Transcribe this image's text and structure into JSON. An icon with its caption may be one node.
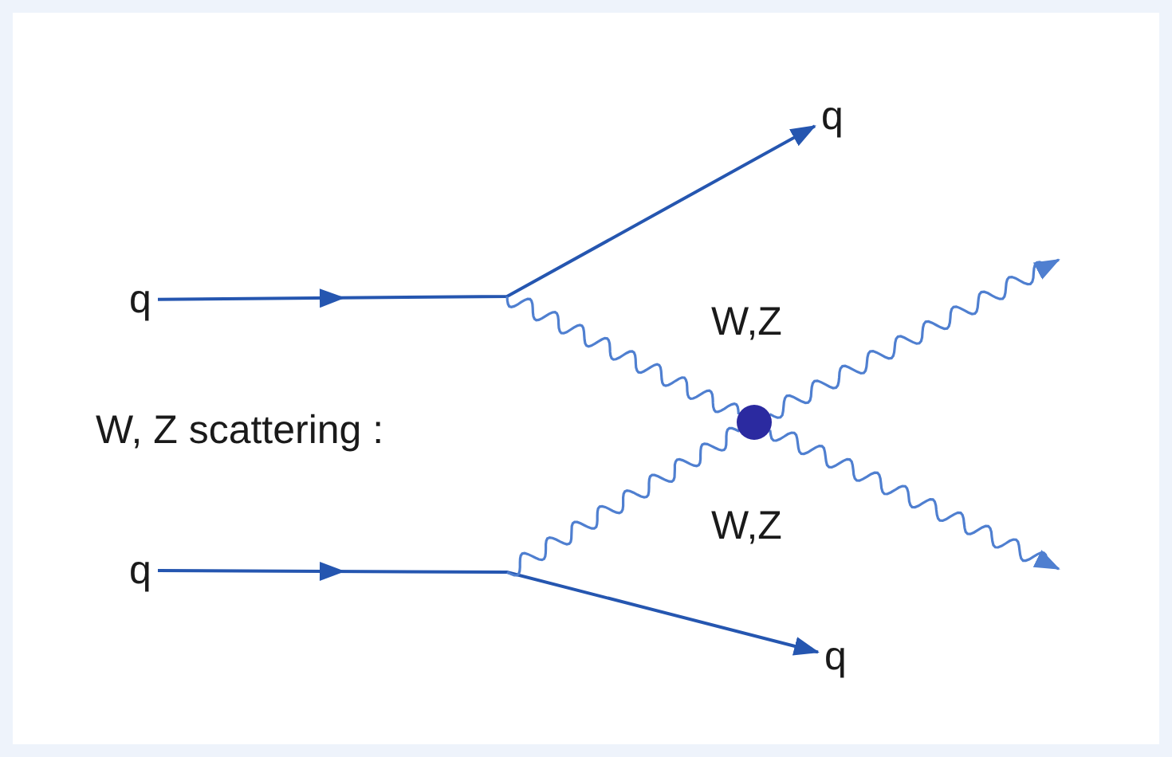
{
  "diagram": {
    "nodes": [
      {
        "text": [
          "q"
        ]
      },
      {
        "text": [
          "q"
        ]
      },
      {
        "text": [
          "q"
        ]
      },
      {
        "text": [
          "q"
        ]
      },
      {
        "text": [],
        "shape": "circle"
      }
    ],
    "edges": [
      {
        "from": 1,
        "to": 0,
        "arrow": "to"
      },
      {
        "from": 2,
        "to": 3,
        "arrow": "to"
      },
      {
        "from": null,
        "to": 4,
        "arrow": "none"
      },
      {
        "from": null,
        "to": 4,
        "arrow": "none"
      },
      {
        "from": 4,
        "to": null,
        "arrow": "to"
      },
      {
        "from": 4,
        "to": null,
        "arrow": "to"
      }
    ],
    "labels": [
      "W,Z",
      "W, Z scattering :",
      "W,Z"
    ]
  }
}
